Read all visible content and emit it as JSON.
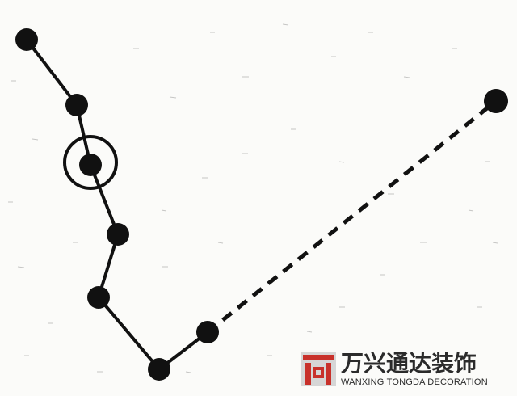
{
  "diagram": {
    "style": {
      "line_color": "#111111",
      "node_color": "#111111",
      "background": "#fbfbf9"
    },
    "solid_path_node_count": 7,
    "dashed_segment": "from last solid node to the upper-right isolated node",
    "highlighted_node": "third node of the solid path, ringed by a circle"
  },
  "watermark": {
    "brand_cn": "万兴通达装饰",
    "brand_en": "WANXING TONGDA DECORATION",
    "logo_color": "#c8312b",
    "logo_icon": "decoration-logo-icon"
  }
}
